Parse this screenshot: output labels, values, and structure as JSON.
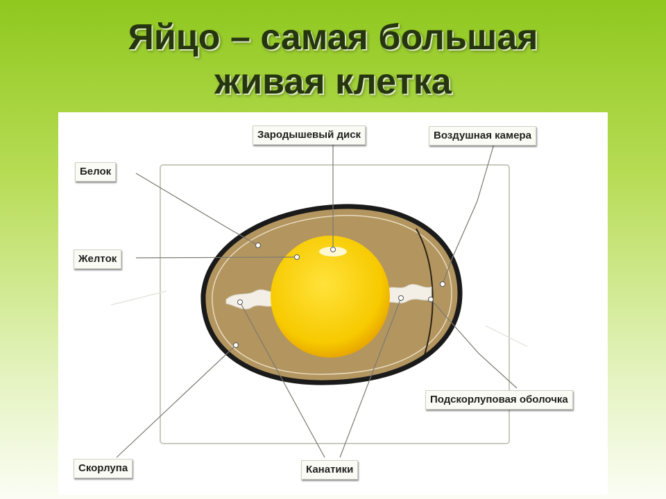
{
  "title": {
    "line1": "Яйцо – самая большая",
    "line2": "живая клетка"
  },
  "labels": {
    "embryonic_disc": "Зародышевый диск",
    "air_cell": "Воздушная камера",
    "albumen": "Белок",
    "yolk": "Желток",
    "shell_membrane": "Подскорлуповая оболочка",
    "shell": "Скорлупа",
    "chalazae": "Канатики"
  },
  "colors": {
    "background_top": "#8fc81e",
    "albumen": "#b39560",
    "yolk": "#f5cc00",
    "shell_outline": "#1a1a1a"
  }
}
